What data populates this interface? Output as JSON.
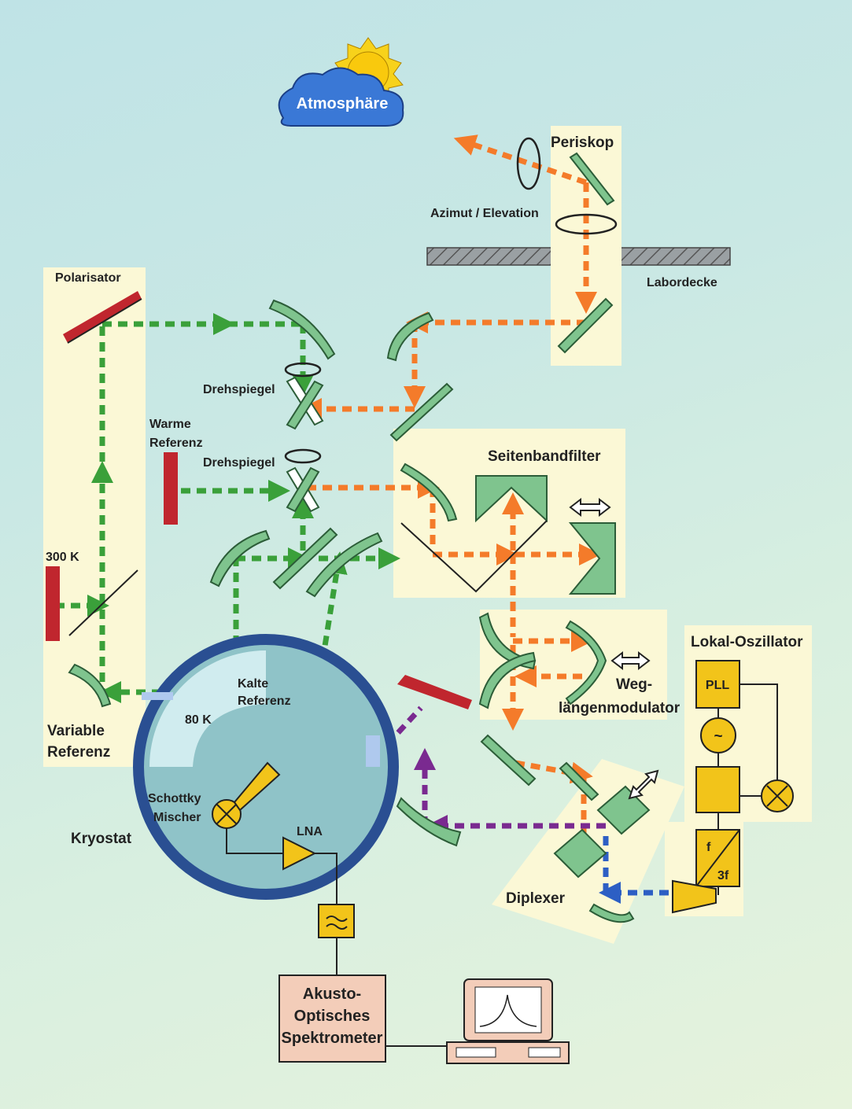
{
  "labels": {
    "atmosphere": "Atmosphäre",
    "periscope": "Periskop",
    "azimuth_elevation": "Azimut / Elevation",
    "lab_ceiling": "Labordecke",
    "polarizer": "Polarisator",
    "rotating_mirror_1": "Drehspiegel",
    "rotating_mirror_2": "Drehspiegel",
    "warm_reference_1": "Warme",
    "warm_reference_2": "Referenz",
    "sideband_filter": "Seitenbandfilter",
    "temp_300k": "300 K",
    "temp_80k": "80 K",
    "cold_reference_1": "Kalte",
    "cold_reference_2": "Referenz",
    "variable_reference_1": "Variable",
    "variable_reference_2": "Referenz",
    "path_modulator_1": "Weg-",
    "path_modulator_2": "längenmodulator",
    "local_oscillator": "Lokal-Oszillator",
    "pll": "PLL",
    "tilde": "~",
    "multiplier_top": "f",
    "multiplier_bottom": "3f",
    "schottky_1": "Schottky",
    "schottky_2": "Mischer",
    "cryostat": "Kryostat",
    "lna": "LNA",
    "diplexer": "Diplexer",
    "aos_1": "Akusto-",
    "aos_2": "Optisches",
    "aos_3": "Spektrometer"
  },
  "icons": [
    "sun-icon",
    "cloud-icon",
    "computer-icon",
    "filter-icon",
    "mixer-icon",
    "horn-antenna-icon",
    "amplifier-icon"
  ],
  "colors": {
    "background": "#c9e8e4",
    "panel": "#fbf8d6",
    "mirror": "#7fc48e",
    "signal_path": "#f47b2a",
    "reference_path": "#3aa03a",
    "if_path": "#7a2a90",
    "lo_path": "#2d5fc4",
    "cryostat_ring": "#2a4f92",
    "cryostat_inner": "#8fc3c8",
    "electronics": "#f2c41a",
    "aos_box": "#f3cdb9",
    "absorber_red": "#c0262e",
    "absorber_blue": "#2e5ea8"
  }
}
